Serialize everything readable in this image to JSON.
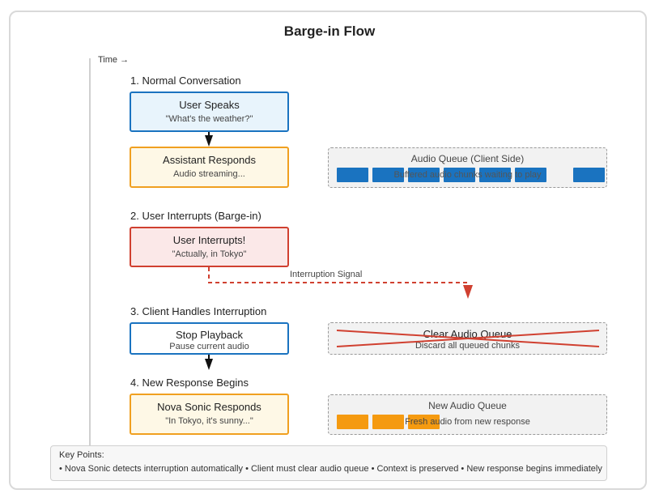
{
  "title": "Barge-in Flow",
  "time_label": "Time →",
  "steps": {
    "s1": "1. Normal Conversation",
    "s2": "2. User Interrupts (Barge-in)",
    "s3": "3. Client Handles Interruption",
    "s4": "4. New Response Begins"
  },
  "boxes": {
    "user_speaks": {
      "title": "User Speaks",
      "sub": "\"What's the weather?\""
    },
    "assistant_responds": {
      "title": "Assistant Responds",
      "sub": "Audio streaming..."
    },
    "user_interrupts": {
      "title": "User Interrupts!",
      "sub": "\"Actually, in Tokyo\""
    },
    "stop_playback": {
      "title": "Stop Playback",
      "sub": "Pause current audio"
    },
    "nova_responds": {
      "title": "Nova Sonic Responds",
      "sub": "\"In Tokyo, it's sunny...\""
    }
  },
  "queues": {
    "client": {
      "title": "Audio Queue (Client Side)",
      "sub": "Buffered audio chunks waiting to play"
    },
    "clear": {
      "title": "Clear Audio Queue",
      "sub": "Discard all queued chunks"
    },
    "new": {
      "title": "New Audio Queue",
      "sub": "Fresh audio from new response"
    }
  },
  "signal_label": "Interruption Signal",
  "key_points": {
    "title": "Key Points:",
    "text": "• Nova Sonic detects interruption automatically • Client must clear audio queue • Context is preserved • New response begins immediately"
  },
  "colors": {
    "blue": "#1a73c0",
    "orange": "#f0a020",
    "red": "#d04030"
  }
}
